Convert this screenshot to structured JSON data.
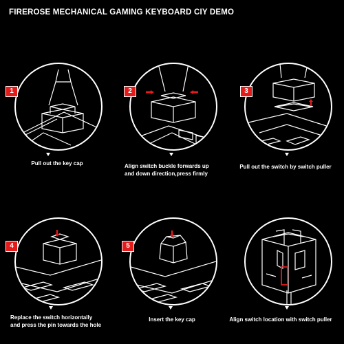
{
  "title": "FIREROSE MECHANICAL GAMING KEYBOARD CIY DEMO",
  "accent_color": "#e31b1b",
  "steps": [
    {
      "number": "1",
      "caption": "Pull out the key cap",
      "icon": "keycap-puller-icon"
    },
    {
      "number": "2",
      "caption_lines": [
        "Align switch buckle forwards up",
        "and down direction,press firmly"
      ],
      "icon": "switch-insert-icon"
    },
    {
      "number": "3",
      "caption": "Pull out the switch by switch puller",
      "icon": "switch-puller-icon"
    },
    {
      "number": "4",
      "caption_lines": [
        "Replace the switch horizontally",
        "and press the pin towards the hole"
      ],
      "icon": "switch-replace-icon"
    },
    {
      "number": "5",
      "caption": "Insert the key cap",
      "icon": "keycap-insert-icon"
    },
    {
      "caption": "Align switch location with switch puller",
      "icon": "switch-closeup-icon"
    }
  ]
}
